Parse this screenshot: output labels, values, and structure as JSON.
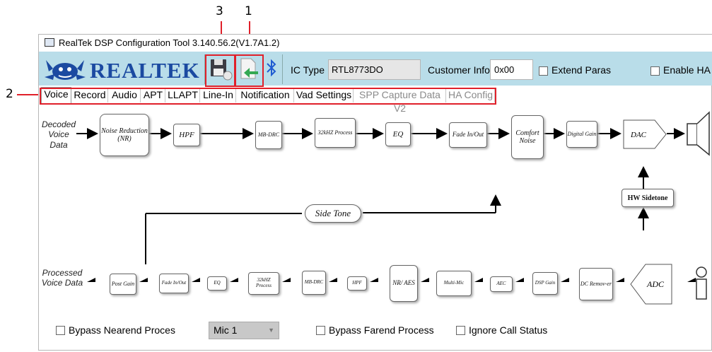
{
  "callouts": {
    "one": "1",
    "two": "2",
    "three": "3"
  },
  "window": {
    "title": "RealTek DSP Configuration Tool 3.140.56.2(V1.7A1.2)"
  },
  "toolbar": {
    "logo_text": "REALTEK",
    "ic_type_label": "IC Type",
    "ic_type_value": "RTL8773DO",
    "customer_info_label": "Customer Info",
    "customer_info_value": "0x00",
    "extend_paras_label": "Extend Paras",
    "enable_ha_label": "Enable HA"
  },
  "tabs": [
    {
      "label": "Voice",
      "enabled": true,
      "active": true
    },
    {
      "label": "Record",
      "enabled": true
    },
    {
      "label": "Audio",
      "enabled": true
    },
    {
      "label": "APT",
      "enabled": true
    },
    {
      "label": "LLAPT",
      "enabled": true
    },
    {
      "label": "Line-In",
      "enabled": true
    },
    {
      "label": "Notification",
      "enabled": true
    },
    {
      "label": "Vad Settings",
      "enabled": true
    },
    {
      "label": "SPP Capture Data V2",
      "enabled": false
    },
    {
      "label": "HA Config",
      "enabled": false
    }
  ],
  "diagram": {
    "decoded_label": "Decoded Voice Data",
    "processed_label": "Processed Voice Data",
    "side_tone": "Side Tone",
    "hw_sidetone": "HW Sidetone",
    "top_chain": [
      "Noise Reduction (NR)",
      "HPF",
      "MB-DRC",
      "32kHZ Process",
      "EQ",
      "Fade In/Out",
      "Comfort Noise",
      "Digital Gain",
      "DAC"
    ],
    "bottom_chain": [
      "Post Gain",
      "Fade In/Out",
      "EQ",
      "32kHZ Process",
      "MB-DRC",
      "HPF",
      "NR/ AES",
      "Multi-Mic",
      "AEC",
      "DSP Gain",
      "DC Remov-er",
      "ADC"
    ]
  },
  "bottom": {
    "bypass_nearend_label": "Bypass Nearend Proces",
    "mic_select_value": "Mic 1",
    "bypass_farend_label": "Bypass Farend Process",
    "ignore_call_status_label": "Ignore Call Status"
  },
  "colors": {
    "toolbar_bg": "#b9dde9",
    "brand": "#1b4aa1",
    "highlight": "#e0202a"
  }
}
